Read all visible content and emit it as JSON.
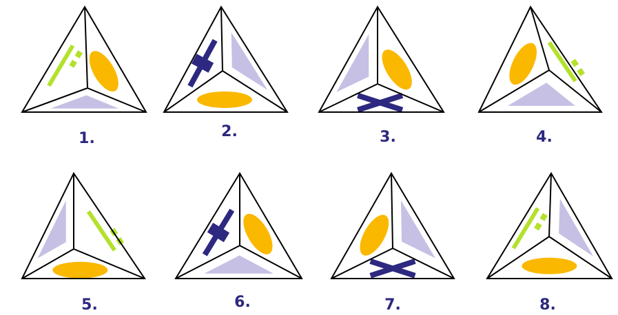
{
  "colors": {
    "purple": "#c5c0e4",
    "orange": "#fbb800",
    "green": "#b3e12c",
    "navy": "#2d2880",
    "edge": "#000000"
  },
  "figures": [
    {
      "label": "1.",
      "left": "green-stripes",
      "right": "orange-ellipse",
      "bottom": "purple-triangle"
    },
    {
      "label": "2.",
      "left": "navy-cross",
      "right": "purple-triangle",
      "bottom": "orange-ellipse"
    },
    {
      "label": "3.",
      "left": "purple-triangle",
      "right": "orange-ellipse",
      "bottom": "navy-cross"
    },
    {
      "label": "4.",
      "left": "orange-ellipse",
      "right": "green-stripes",
      "bottom": "purple-triangle"
    },
    {
      "label": "5.",
      "left": "purple-triangle",
      "right": "green-stripes",
      "bottom": "orange-ellipse"
    },
    {
      "label": "6.",
      "left": "navy-cross",
      "right": "orange-ellipse",
      "bottom": "purple-triangle"
    },
    {
      "label": "7.",
      "left": "orange-ellipse",
      "right": "purple-triangle",
      "bottom": "navy-cross"
    },
    {
      "label": "8.",
      "left": "green-stripes",
      "right": "purple-triangle",
      "bottom": "orange-ellipse"
    }
  ]
}
